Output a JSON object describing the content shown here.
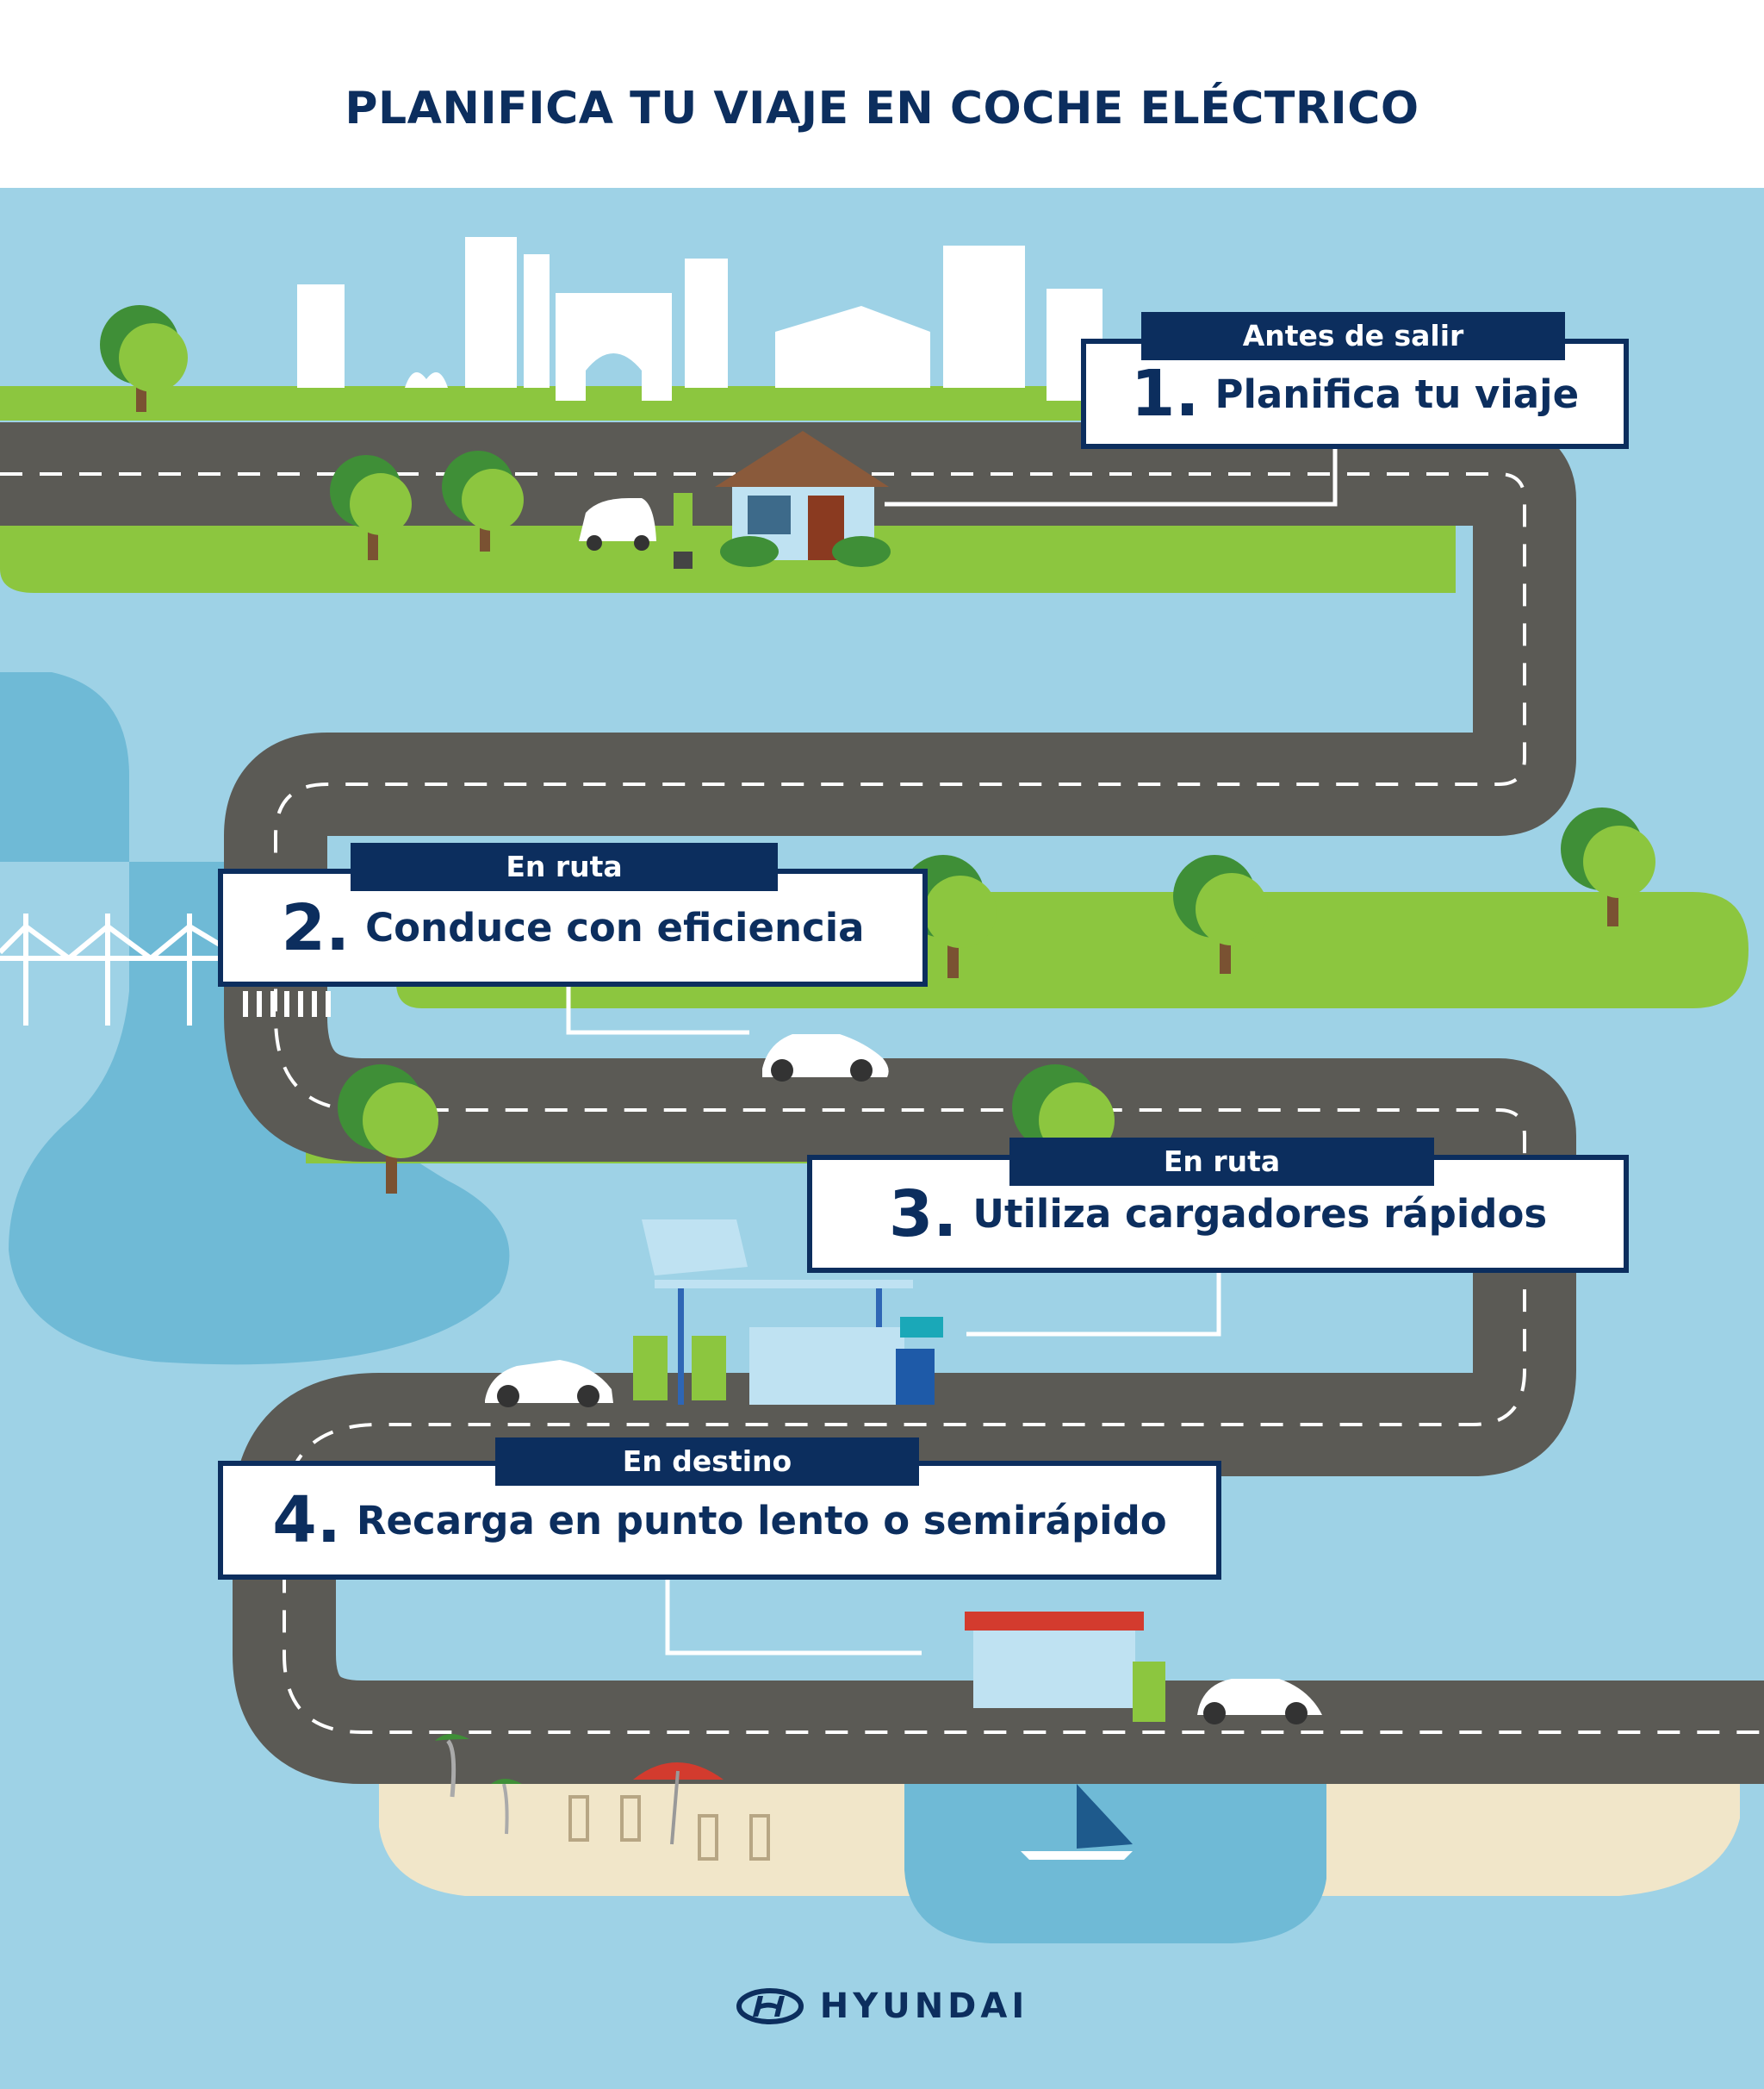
{
  "header": {
    "title": "PLANIFICA TU VIAJE EN COCHE ELÉCTRICO"
  },
  "steps": [
    {
      "label": "Antes de salir",
      "number": "1.",
      "text": "Planifica tu viaje"
    },
    {
      "label": "En ruta",
      "number": "2.",
      "text": "Conduce con eficiencia"
    },
    {
      "label": "En ruta",
      "number": "3.",
      "text": "Utiliza cargadores rápidos"
    },
    {
      "label": "En destino",
      "number": "4.",
      "text": "Recarga en punto lento o semirápido"
    }
  ],
  "brand": {
    "name": "HYUNDAI",
    "logo_icon": "hyundai-logo-icon"
  },
  "colors": {
    "navy": "#0c2e5e",
    "sky": "#9ed2e6",
    "road": "#5b5a55",
    "grass": "#8cc63f",
    "sand": "#f1e6c9"
  }
}
